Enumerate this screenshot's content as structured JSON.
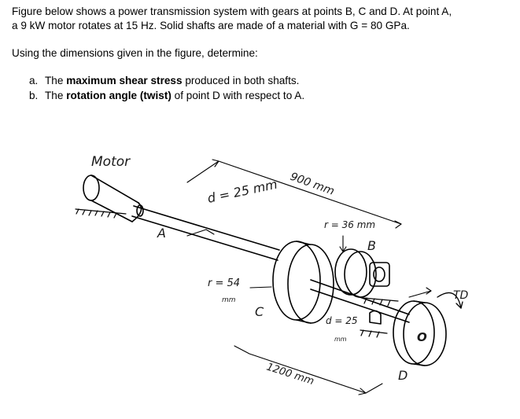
{
  "problem": {
    "intro_line1": "Figure below shows a power transmission system with gears at points B, C and D. At point A,",
    "intro_line2": "a 9 kW motor rotates at 15 Hz. Solid shafts are made of a material with G = 80 GPa.",
    "lead": "Using the dimensions given in the figure, determine:",
    "tasks": [
      {
        "marker": "a.",
        "pre": "The ",
        "bold": "maximum shear stress",
        "post": " produced in both shafts."
      },
      {
        "marker": "b.",
        "pre": "The ",
        "bold": "rotation angle (twist)",
        "post": " of point D with respect to A."
      }
    ]
  },
  "figure": {
    "labels": {
      "motor": "Motor",
      "point_a": "A",
      "d_top": "d = 25 mm",
      "len_top": "900 mm",
      "r_b": "r = 36 mm",
      "point_b": "B",
      "r_c": "r = 54",
      "r_c_unit": "mm",
      "point_c": "C",
      "d_bottom": "d = 25",
      "d_bottom_unit": "mm",
      "len_bottom": "1200 mm",
      "point_o": "O",
      "torque": "TD",
      "point_d": "D"
    },
    "colors": {
      "ink": "#000000",
      "pencil": "#555555"
    }
  }
}
